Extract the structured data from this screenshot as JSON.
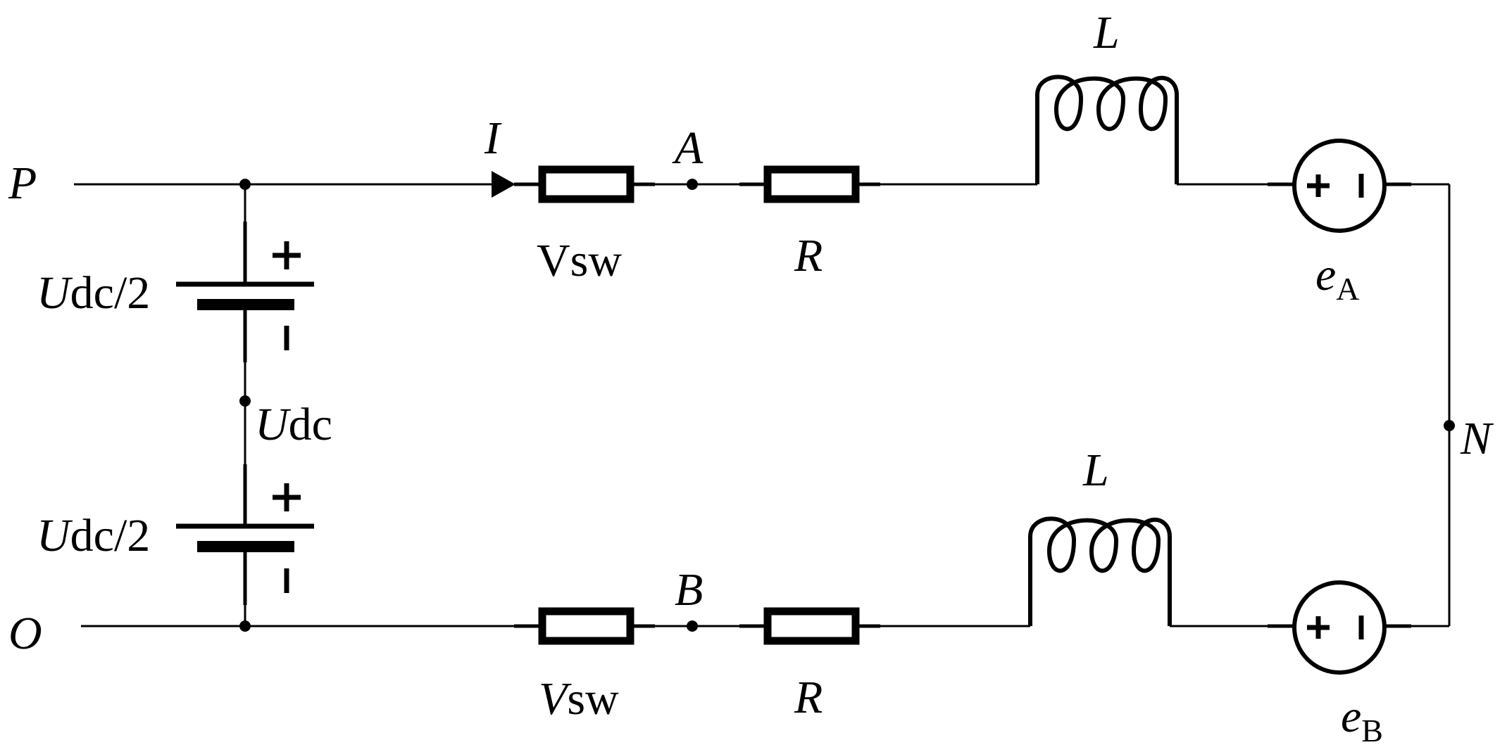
{
  "nodes": {
    "p": "P",
    "o": "O",
    "a": "A",
    "b": "B",
    "n": "N"
  },
  "current": "I",
  "battery_top": {
    "label_italic": "U",
    "label_rest": "dc/2",
    "plus": "+",
    "minus": "-"
  },
  "battery_bottom": {
    "label_italic": "U",
    "label_rest": "dc/2",
    "plus": "+",
    "minus": "-"
  },
  "midpoint": {
    "label_italic": "U",
    "label_rest": "dc"
  },
  "switch_top": {
    "label_first": "V",
    "label_rest": "sw"
  },
  "switch_bottom": {
    "label_first": "V",
    "label_rest": "sw"
  },
  "resistor_top": "R",
  "resistor_bottom": "R",
  "inductor_top": "L",
  "inductor_bottom": "L",
  "source_top": {
    "symbol": "e",
    "subscript": "A"
  },
  "source_bottom": {
    "symbol": "e",
    "subscript": "B"
  }
}
